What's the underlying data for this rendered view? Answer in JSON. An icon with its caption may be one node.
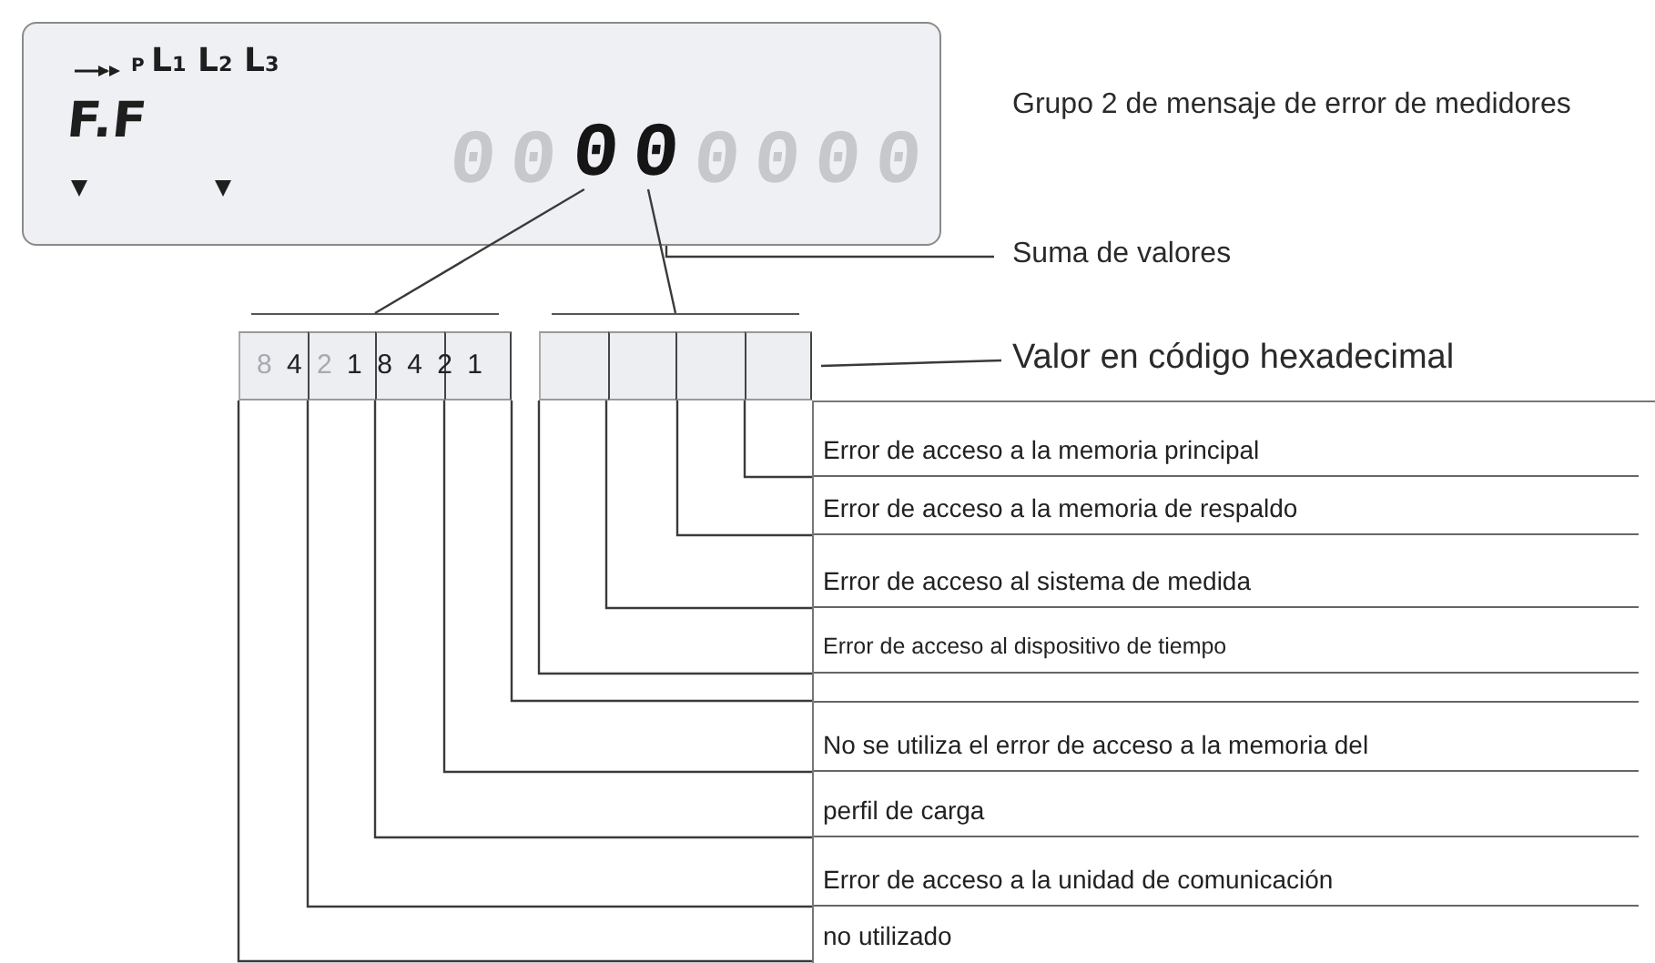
{
  "diagram": {
    "nodes": [
      {
        "text": [
          "P",
          "L$_{1}$ L$_{2}$ L$_{3}$",
          "F.F",
          "00",
          "0000"
        ]
      },
      {
        "text": [
          "0"
        ],
        "in": 0
      },
      {
        "text": [
          "0"
        ],
        "in": 0
      },
      {
        "text": [
          "8 4 2 1 8 4 2 1"
        ]
      },
      {
        "text": [],
        "shape": "box"
      },
      {
        "text": [
          "Suma de valores"
        ]
      },
      {
        "text": [
          "Valor en código hexadecimal"
        ]
      },
      {
        "text": [
          "Error de acceso a la memoria principal"
        ]
      },
      {
        "text": [
          "Error de acceso a la memoria de respaldo"
        ]
      },
      {
        "text": [
          "Error de acceso al sistema de medida"
        ]
      },
      {
        "text": [
          "Error de acceso al dispositivo de tiempo"
        ]
      },
      {
        "text": [
          "No se utiliza el error de acceso a la memoria del"
        ]
      },
      {
        "text": [
          "perfil de carga"
        ]
      },
      {
        "text": [
          "Error de acceso a la unidad de comunicación"
        ]
      },
      {
        "text": [
          "no utilizado"
        ]
      }
    ],
    "edges": [
      {
        "from": 1,
        "to": 3,
        "arrow": "none"
      },
      {
        "from": 2,
        "to": 4,
        "arrow": "none"
      },
      {
        "from": 5,
        "to": 0,
        "arrow": "none"
      },
      {
        "from": 6,
        "to": 4,
        "arrow": "none"
      },
      {
        "from": 4,
        "to": 7,
        "arrow": "none"
      },
      {
        "from": 4,
        "to": 8,
        "arrow": "none"
      },
      {
        "from": 4,
        "to": 9,
        "arrow": "none"
      },
      {
        "from": 4,
        "to": 10,
        "arrow": "none"
      },
      {
        "from": 3,
        "to": 11,
        "arrow": "none"
      },
      {
        "from": 3,
        "to": 11,
        "arrow": "none"
      },
      {
        "from": 3,
        "to": 12,
        "arrow": "none"
      },
      {
        "from": 3,
        "to": 13,
        "arrow": "none"
      },
      {
        "from": 3,
        "to": 14,
        "arrow": "none"
      }
    ],
    "labels": [
      "Grupo 2 de mensaje de error de medidores"
    ]
  }
}
